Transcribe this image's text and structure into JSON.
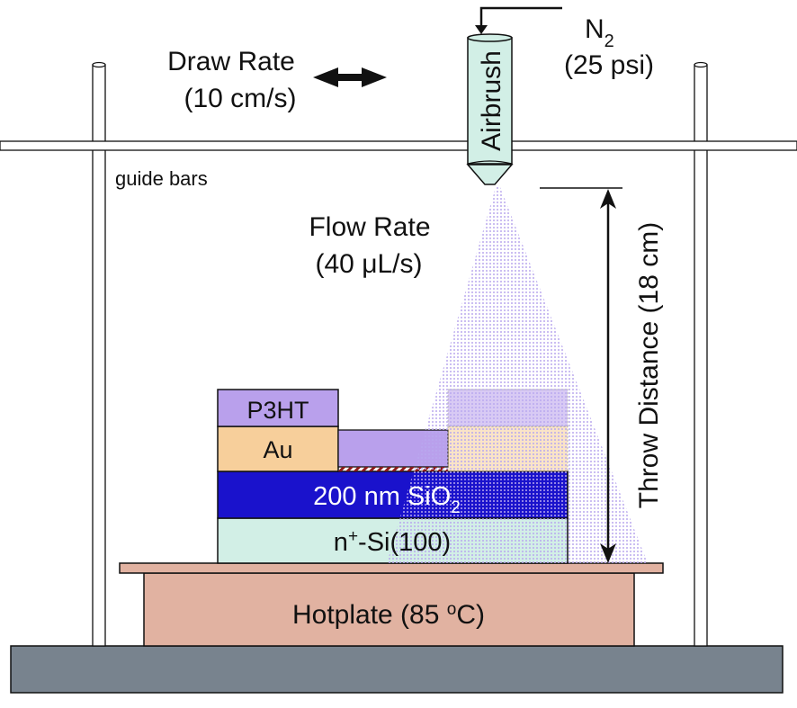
{
  "figure": {
    "labels": {
      "draw_rate_line1": "Draw Rate",
      "draw_rate_line2": "(10 cm/s)",
      "gas_main": "N",
      "gas_sub": "2",
      "gas_pressure": "(25 psi)",
      "airbrush": "Airbrush",
      "guide_bars": "guide bars",
      "flow_rate_line1": "Flow Rate",
      "flow_rate_line2": "(40 μL/s)",
      "throw_distance": "Throw Distance (18 cm)",
      "p3ht": "P3HT",
      "au": "Au",
      "sio2_main": "200 nm SiO",
      "sio2_sub": "2",
      "si_pre": "n",
      "si_sup": "+",
      "si_post": "-Si(100)",
      "hotplate_pre": "Hotplate (85 ",
      "hotplate_sup": "o",
      "hotplate_post": "C)"
    },
    "colors": {
      "p3ht": "#b9a0ec",
      "au": "#f7cf9b",
      "sio2": "#1a12cc",
      "si": "#d2efe6",
      "airbrush": "#d2efe6",
      "hotplate": "#e1b2a1",
      "base": "#78838e",
      "spray": "#c9bdf2"
    }
  }
}
